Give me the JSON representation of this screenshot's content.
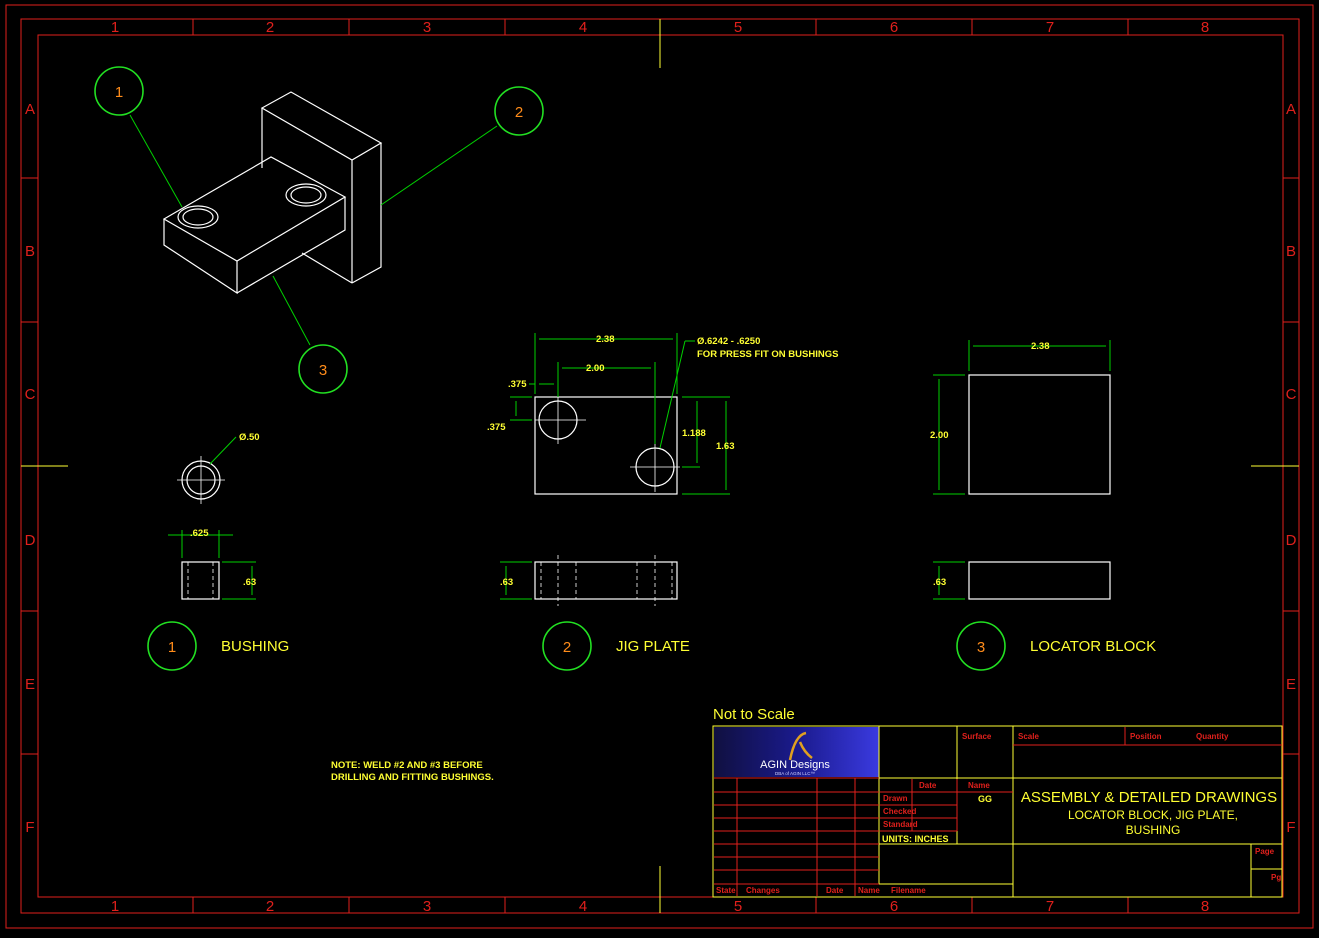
{
  "zones": {
    "columns": [
      "1",
      "2",
      "3",
      "4",
      "5",
      "6",
      "7",
      "8"
    ],
    "rows": [
      "A",
      "B",
      "C",
      "D",
      "E",
      "F"
    ]
  },
  "balloons": {
    "iso": [
      "1",
      "2",
      "3"
    ],
    "views": [
      "1",
      "2",
      "3"
    ]
  },
  "views": {
    "bushing": {
      "title": "BUSHING",
      "diameter": "Ø.50",
      "width": ".625",
      "height": ".63"
    },
    "jig_plate": {
      "title": "JIG PLATE",
      "overall_width": "2.38",
      "hole_spacing": "2.00",
      "hole_x_offset": ".375",
      "hole_y_offset": ".375",
      "hole_y_spacing": "1.188",
      "overall_height": "1.63",
      "thickness": ".63",
      "hole_note_line1": "Ø.6242 - .6250",
      "hole_note_line2": "FOR PRESS FIT ON BUSHINGS"
    },
    "locator_block": {
      "title": "LOCATOR BLOCK",
      "width": "2.38",
      "height": "2.00",
      "thickness": ".63"
    }
  },
  "note": {
    "line1": "NOTE: WELD #2 AND #3 BEFORE",
    "line2": "DRILLING AND FITTING BUSHINGS."
  },
  "title_block": {
    "not_to_scale": "Not to Scale",
    "logo_name": "AGIN Designs",
    "logo_sub": "DBA of AGIN LLC™",
    "surface": "Surface",
    "scale": "Scale",
    "position": "Position",
    "quantity": "Quantity",
    "date": "Date",
    "name": "Name",
    "drawn": "Drawn",
    "drawn_by": "GG",
    "checked": "Checked",
    "standard": "Standard",
    "units": "UNITS: INCHES",
    "title_line1": "ASSEMBLY & DETAILED DRAWINGS",
    "title_line2": "LOCATOR BLOCK, JIG PLATE,",
    "title_line3": "BUSHING",
    "page": "Page",
    "pg": "Pg",
    "state": "State",
    "changes": "Changes",
    "rev_date": "Date",
    "rev_name": "Name",
    "filename": "Filename"
  },
  "colors": {
    "border": "#e0201c",
    "geometry": "#ffffff",
    "dimension": "#00d000",
    "text": "#ffff33",
    "balloon_number": "#ff8c1a"
  }
}
